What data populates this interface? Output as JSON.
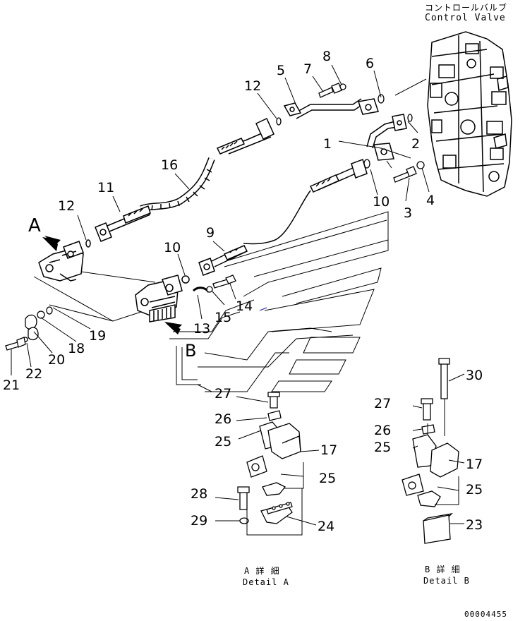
{
  "header": {
    "title_jp": "コントロールバルブ",
    "title_en": "Control Valve"
  },
  "view_markers": {
    "a": "A",
    "b": "B"
  },
  "details": {
    "a_jp": "A 詳 細",
    "a_en": "Detail A",
    "b_jp": "B 詳 細",
    "b_en": "Detail B"
  },
  "callouts": {
    "n1": "1",
    "n2": "2",
    "n3": "3",
    "n4": "4",
    "n5": "5",
    "n6": "6",
    "n7": "7",
    "n8": "8",
    "n9": "9",
    "n10a": "10",
    "n10b": "10",
    "n11": "11",
    "n12a": "12",
    "n12b": "12",
    "n13": "13",
    "n14": "14",
    "n15": "15",
    "n16": "16",
    "n17a": "17",
    "n17b": "17",
    "n18": "18",
    "n19": "19",
    "n20": "20",
    "n21": "21",
    "n22": "22",
    "n23": "23",
    "n24": "24",
    "n25a": "25",
    "n25b": "25",
    "n25c": "25",
    "n25d": "25",
    "n26a": "26",
    "n26b": "26",
    "n27a": "27",
    "n27b": "27",
    "n28": "28",
    "n29": "29",
    "n30": "30"
  },
  "footer": {
    "drawing_number": "00004455"
  }
}
